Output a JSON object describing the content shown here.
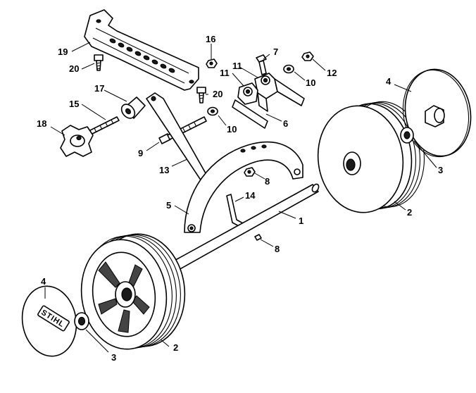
{
  "callouts": {
    "c1": "1",
    "c2a": "2",
    "c2b": "2",
    "c3a": "3",
    "c3b": "3",
    "c4a": "4",
    "c4b": "4",
    "c5": "5",
    "c6": "6",
    "c7": "7",
    "c8a": "8",
    "c8b": "8",
    "c9": "9",
    "c10a": "10",
    "c10b": "10",
    "c11a": "11",
    "c11b": "11",
    "c12": "12",
    "c13": "13",
    "c14": "14",
    "c15": "15",
    "c16": "16",
    "c17": "17",
    "c18": "18",
    "c19": "19",
    "c20a": "20",
    "c20b": "20"
  },
  "logo": {
    "text": "STIHL"
  }
}
